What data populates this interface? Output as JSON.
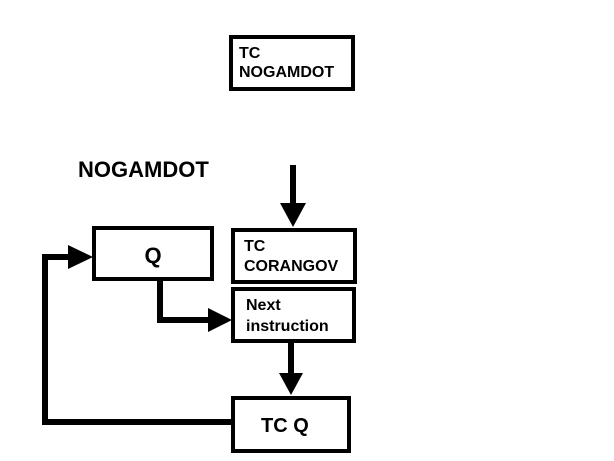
{
  "diagram": {
    "title": "NOGAMDOT",
    "nodes": [
      {
        "id": "tc_nogamdot",
        "line1": "TC",
        "line2": "NOGAMDOT"
      },
      {
        "id": "q",
        "label": "Q"
      },
      {
        "id": "tc_corangov",
        "line1": "TC",
        "line2": "CORANGOV"
      },
      {
        "id": "next_instruction",
        "line1": "Next",
        "line2": "instruction"
      },
      {
        "id": "tc_q",
        "label": "TC Q"
      }
    ],
    "edges": [
      {
        "from": "entry",
        "to": "tc_corangov"
      },
      {
        "from": "q",
        "to": "next_instruction"
      },
      {
        "from": "next_instruction",
        "to": "tc_q"
      },
      {
        "from": "tc_q",
        "to": "q"
      }
    ],
    "colors": {
      "stroke": "#000000",
      "background": "#ffffff"
    }
  }
}
